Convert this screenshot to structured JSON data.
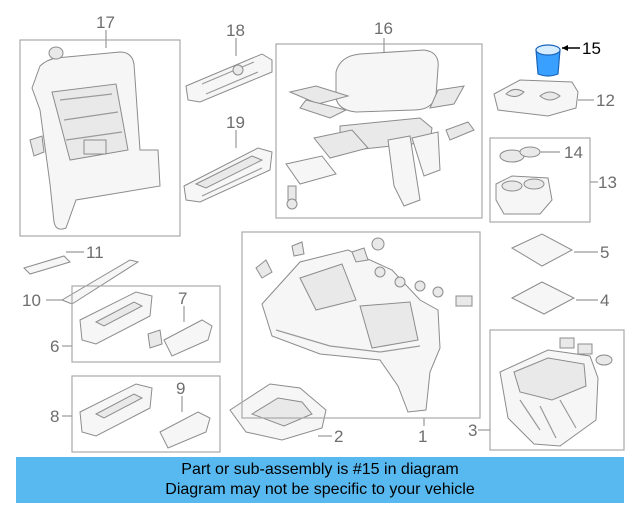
{
  "callouts": {
    "c1": "1",
    "c2": "2",
    "c3": "3",
    "c4": "4",
    "c5": "5",
    "c6": "6",
    "c7": "7",
    "c8": "8",
    "c9": "9",
    "c10": "10",
    "c11": "11",
    "c12": "12",
    "c13": "13",
    "c14": "14",
    "c15": "15",
    "c16": "16",
    "c17": "17",
    "c18": "18",
    "c19": "19"
  },
  "highlighted_part": "15",
  "highlight_color": "#1e90ff",
  "banner": {
    "line1": "Part or sub-assembly is #15 in diagram",
    "line2": "Diagram may not be specific to your vehicle",
    "background": "#58b9f0"
  }
}
